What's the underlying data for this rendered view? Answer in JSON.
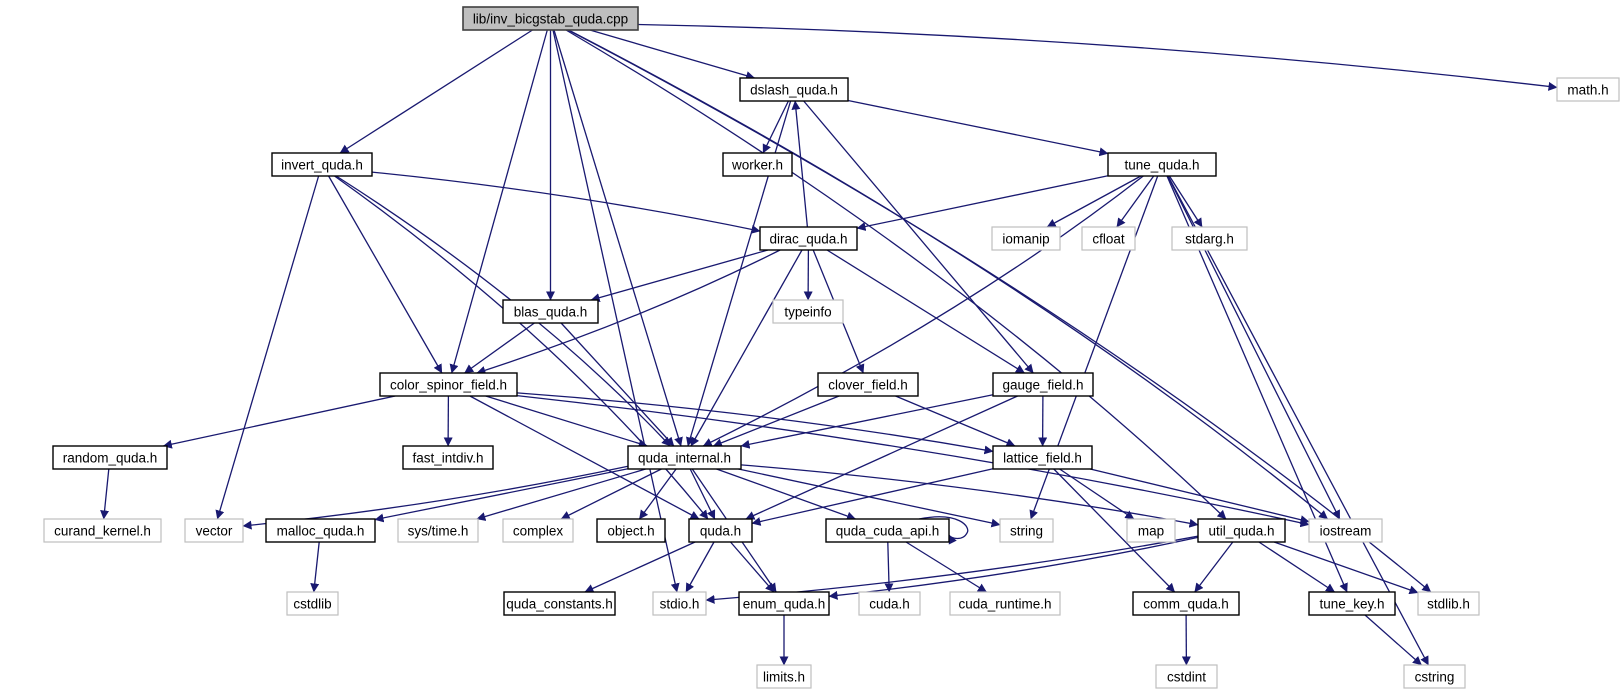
{
  "diagram": {
    "title": "Include dependency graph for inv_bicgstab_quda.cpp",
    "colors": {
      "edge": "#191970",
      "root_fill": "#bfbfbf",
      "root_border": "#404040",
      "documented_border": "#000000",
      "external_border": "#bfbfbf",
      "node_fill": "#ffffff"
    },
    "nodes": [
      {
        "id": "root",
        "label": "lib/inv_bicgstab_quda.cpp",
        "kind": "root"
      },
      {
        "id": "dslash_quda",
        "label": "dslash_quda.h",
        "kind": "documented"
      },
      {
        "id": "math",
        "label": "math.h",
        "kind": "external"
      },
      {
        "id": "invert_quda",
        "label": "invert_quda.h",
        "kind": "documented"
      },
      {
        "id": "worker",
        "label": "worker.h",
        "kind": "documented"
      },
      {
        "id": "tune_quda",
        "label": "tune_quda.h",
        "kind": "documented"
      },
      {
        "id": "dirac_quda",
        "label": "dirac_quda.h",
        "kind": "documented"
      },
      {
        "id": "iomanip",
        "label": "iomanip",
        "kind": "external"
      },
      {
        "id": "cfloat",
        "label": "cfloat",
        "kind": "external"
      },
      {
        "id": "stdarg",
        "label": "stdarg.h",
        "kind": "external"
      },
      {
        "id": "blas_quda",
        "label": "blas_quda.h",
        "kind": "documented"
      },
      {
        "id": "typeinfo",
        "label": "typeinfo",
        "kind": "external"
      },
      {
        "id": "color_spinor_field",
        "label": "color_spinor_field.h",
        "kind": "documented"
      },
      {
        "id": "clover_field",
        "label": "clover_field.h",
        "kind": "documented"
      },
      {
        "id": "gauge_field",
        "label": "gauge_field.h",
        "kind": "documented"
      },
      {
        "id": "random_quda",
        "label": "random_quda.h",
        "kind": "documented"
      },
      {
        "id": "fast_intdiv",
        "label": "fast_intdiv.h",
        "kind": "documented"
      },
      {
        "id": "quda_internal",
        "label": "quda_internal.h",
        "kind": "documented"
      },
      {
        "id": "lattice_field",
        "label": "lattice_field.h",
        "kind": "documented"
      },
      {
        "id": "curand_kernel",
        "label": "curand_kernel.h",
        "kind": "external"
      },
      {
        "id": "vector",
        "label": "vector",
        "kind": "external"
      },
      {
        "id": "malloc_quda",
        "label": "malloc_quda.h",
        "kind": "documented"
      },
      {
        "id": "sys_time",
        "label": "sys/time.h",
        "kind": "external"
      },
      {
        "id": "complex",
        "label": "complex",
        "kind": "external"
      },
      {
        "id": "object",
        "label": "object.h",
        "kind": "documented"
      },
      {
        "id": "quda",
        "label": "quda.h",
        "kind": "documented"
      },
      {
        "id": "quda_cuda_api",
        "label": "quda_cuda_api.h",
        "kind": "documented"
      },
      {
        "id": "string",
        "label": "string",
        "kind": "external"
      },
      {
        "id": "map",
        "label": "map",
        "kind": "external"
      },
      {
        "id": "util_quda",
        "label": "util_quda.h",
        "kind": "documented"
      },
      {
        "id": "iostream",
        "label": "iostream",
        "kind": "external"
      },
      {
        "id": "cstdlib",
        "label": "cstdlib",
        "kind": "external"
      },
      {
        "id": "quda_constants",
        "label": "quda_constants.h",
        "kind": "documented"
      },
      {
        "id": "stdio",
        "label": "stdio.h",
        "kind": "external"
      },
      {
        "id": "enum_quda",
        "label": "enum_quda.h",
        "kind": "documented"
      },
      {
        "id": "cuda",
        "label": "cuda.h",
        "kind": "external"
      },
      {
        "id": "cuda_runtime",
        "label": "cuda_runtime.h",
        "kind": "external"
      },
      {
        "id": "comm_quda",
        "label": "comm_quda.h",
        "kind": "documented"
      },
      {
        "id": "tune_key",
        "label": "tune_key.h",
        "kind": "documented"
      },
      {
        "id": "stdlib",
        "label": "stdlib.h",
        "kind": "external"
      },
      {
        "id": "limits",
        "label": "limits.h",
        "kind": "external"
      },
      {
        "id": "cstdint",
        "label": "cstdint",
        "kind": "external"
      },
      {
        "id": "cstring",
        "label": "cstring",
        "kind": "external"
      }
    ],
    "edges": [
      [
        "root",
        "dslash_quda"
      ],
      [
        "root",
        "math"
      ],
      [
        "root",
        "invert_quda"
      ],
      [
        "root",
        "blas_quda"
      ],
      [
        "root",
        "color_spinor_field"
      ],
      [
        "root",
        "quda_internal"
      ],
      [
        "root",
        "stdio"
      ],
      [
        "root",
        "util_quda"
      ],
      [
        "root",
        "stdlib"
      ],
      [
        "root",
        "iostream"
      ],
      [
        "dslash_quda",
        "worker"
      ],
      [
        "dslash_quda",
        "tune_quda"
      ],
      [
        "dslash_quda",
        "quda_internal"
      ],
      [
        "dslash_quda",
        "gauge_field"
      ],
      [
        "invert_quda",
        "dirac_quda"
      ],
      [
        "invert_quda",
        "color_spinor_field"
      ],
      [
        "invert_quda",
        "quda_internal"
      ],
      [
        "invert_quda",
        "vector"
      ],
      [
        "invert_quda",
        "quda"
      ],
      [
        "tune_quda",
        "dirac_quda"
      ],
      [
        "tune_quda",
        "iomanip"
      ],
      [
        "tune_quda",
        "cfloat"
      ],
      [
        "tune_quda",
        "stdarg"
      ],
      [
        "tune_quda",
        "quda_internal"
      ],
      [
        "tune_quda",
        "string"
      ],
      [
        "tune_quda",
        "iostream"
      ],
      [
        "tune_quda",
        "tune_key"
      ],
      [
        "tune_quda",
        "cstring"
      ],
      [
        "dirac_quda",
        "dslash_quda"
      ],
      [
        "dirac_quda",
        "blas_quda"
      ],
      [
        "dirac_quda",
        "typeinfo"
      ],
      [
        "dirac_quda",
        "color_spinor_field"
      ],
      [
        "dirac_quda",
        "clover_field"
      ],
      [
        "dirac_quda",
        "gauge_field"
      ],
      [
        "dirac_quda",
        "quda_internal"
      ],
      [
        "blas_quda",
        "color_spinor_field"
      ],
      [
        "blas_quda",
        "quda_internal"
      ],
      [
        "color_spinor_field",
        "random_quda"
      ],
      [
        "color_spinor_field",
        "fast_intdiv"
      ],
      [
        "color_spinor_field",
        "quda_internal"
      ],
      [
        "color_spinor_field",
        "lattice_field"
      ],
      [
        "color_spinor_field",
        "quda"
      ],
      [
        "color_spinor_field",
        "iostream"
      ],
      [
        "clover_field",
        "quda_internal"
      ],
      [
        "clover_field",
        "lattice_field"
      ],
      [
        "gauge_field",
        "quda_internal"
      ],
      [
        "gauge_field",
        "lattice_field"
      ],
      [
        "gauge_field",
        "quda"
      ],
      [
        "random_quda",
        "curand_kernel"
      ],
      [
        "quda_internal",
        "vector"
      ],
      [
        "quda_internal",
        "malloc_quda"
      ],
      [
        "quda_internal",
        "sys_time"
      ],
      [
        "quda_internal",
        "complex"
      ],
      [
        "quda_internal",
        "object"
      ],
      [
        "quda_internal",
        "quda"
      ],
      [
        "quda_internal",
        "quda_cuda_api"
      ],
      [
        "quda_internal",
        "string"
      ],
      [
        "quda_internal",
        "util_quda"
      ],
      [
        "quda_internal",
        "enum_quda"
      ],
      [
        "lattice_field",
        "quda"
      ],
      [
        "lattice_field",
        "map"
      ],
      [
        "lattice_field",
        "comm_quda"
      ],
      [
        "lattice_field",
        "iostream"
      ],
      [
        "malloc_quda",
        "cstdlib"
      ],
      [
        "quda",
        "quda_constants"
      ],
      [
        "quda",
        "stdio"
      ],
      [
        "quda",
        "enum_quda"
      ],
      [
        "quda_cuda_api",
        "quda_cuda_api"
      ],
      [
        "quda_cuda_api",
        "cuda"
      ],
      [
        "quda_cuda_api",
        "cuda_runtime"
      ],
      [
        "util_quda",
        "stdio"
      ],
      [
        "util_quda",
        "enum_quda"
      ],
      [
        "util_quda",
        "comm_quda"
      ],
      [
        "util_quda",
        "tune_key"
      ],
      [
        "util_quda",
        "stdlib"
      ],
      [
        "enum_quda",
        "limits"
      ],
      [
        "comm_quda",
        "cstdint"
      ],
      [
        "tune_key",
        "cstring"
      ]
    ]
  }
}
